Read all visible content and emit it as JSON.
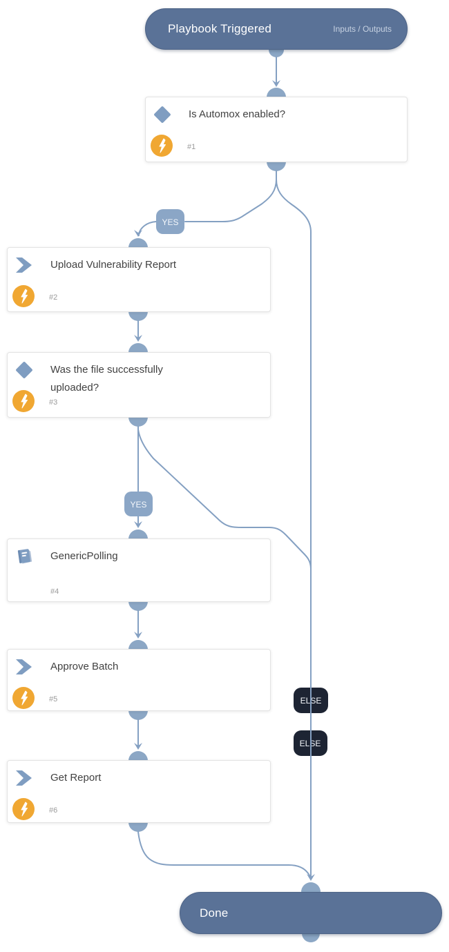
{
  "header": {
    "title": "Playbook Triggered",
    "link": "Inputs / Outputs"
  },
  "tasks": [
    {
      "title": "Is Automox enabled?",
      "number": "#1",
      "icon": "condition-diamond",
      "has_bolt": true
    },
    {
      "title": "Upload Vulnerability Report",
      "number": "#2",
      "icon": "task-chevron",
      "has_bolt": true
    },
    {
      "title": "Was the file successfully uploaded?",
      "number": "#3",
      "icon": "condition-diamond",
      "has_bolt": true
    },
    {
      "title": "GenericPolling",
      "number": "#4",
      "icon": "playbook-book",
      "has_bolt": false
    },
    {
      "title": "Approve Batch",
      "number": "#5",
      "icon": "task-chevron",
      "has_bolt": true
    },
    {
      "title": "Get Report",
      "number": "#6",
      "icon": "task-chevron",
      "has_bolt": true
    }
  ],
  "branch_labels": {
    "yes1": "YES",
    "yes2": "YES",
    "else1": "ELSE",
    "else2": "ELSE"
  },
  "done": {
    "title": "Done"
  },
  "colors": {
    "node_pill": "#5a7297",
    "connector": "#84a0c2",
    "connector_dot": "#8ca7c5",
    "yes_badge": "#8ba6c6",
    "else_badge": "#1d2433",
    "bolt_orange": "#f0a732",
    "icon_blue": "#7f9dc1"
  }
}
